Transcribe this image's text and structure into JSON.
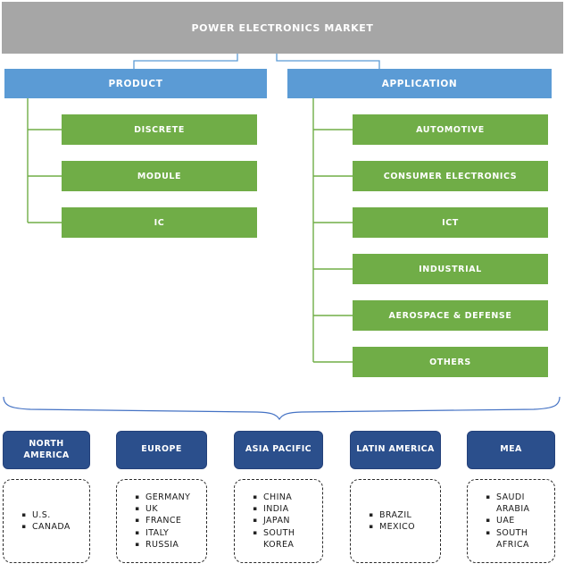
{
  "colors": {
    "root_fill": "#a6a6a6",
    "branch_fill": "#5b9bd5",
    "leaf_fill": "#70ad47",
    "region_fill": "#2b4f8c",
    "connector_blue": "#5b9bd5",
    "connector_green": "#70ad47",
    "brace_blue": "#4472c4",
    "text_light": "#ffffff",
    "text_dark": "#1a1a1a"
  },
  "diagram": {
    "title": "POWER ELECTRONICS MARKET",
    "branches": [
      {
        "label": "PRODUCT",
        "children": [
          "DISCRETE",
          "MODULE",
          "IC"
        ]
      },
      {
        "label": "APPLICATION",
        "children": [
          "AUTOMOTIVE",
          "CONSUMER ELECTRONICS",
          "ICT",
          "INDUSTRIAL",
          "AEROSPACE & DEFENSE",
          "OTHERS"
        ]
      }
    ],
    "regions": [
      {
        "label": "NORTH AMERICA",
        "countries": [
          "U.S.",
          "CANADA"
        ]
      },
      {
        "label": "EUROPE",
        "countries": [
          "GERMANY",
          "UK",
          "FRANCE",
          "ITALY",
          "RUSSIA"
        ]
      },
      {
        "label": "ASIA PACIFIC",
        "countries": [
          "CHINA",
          "INDIA",
          "JAPAN",
          "SOUTH KOREA"
        ]
      },
      {
        "label": "LATIN AMERICA",
        "countries": [
          "BRAZIL",
          "MEXICO"
        ]
      },
      {
        "label": "MEA",
        "countries": [
          "SAUDI ARABIA",
          "UAE",
          "SOUTH AFRICA"
        ]
      }
    ]
  }
}
